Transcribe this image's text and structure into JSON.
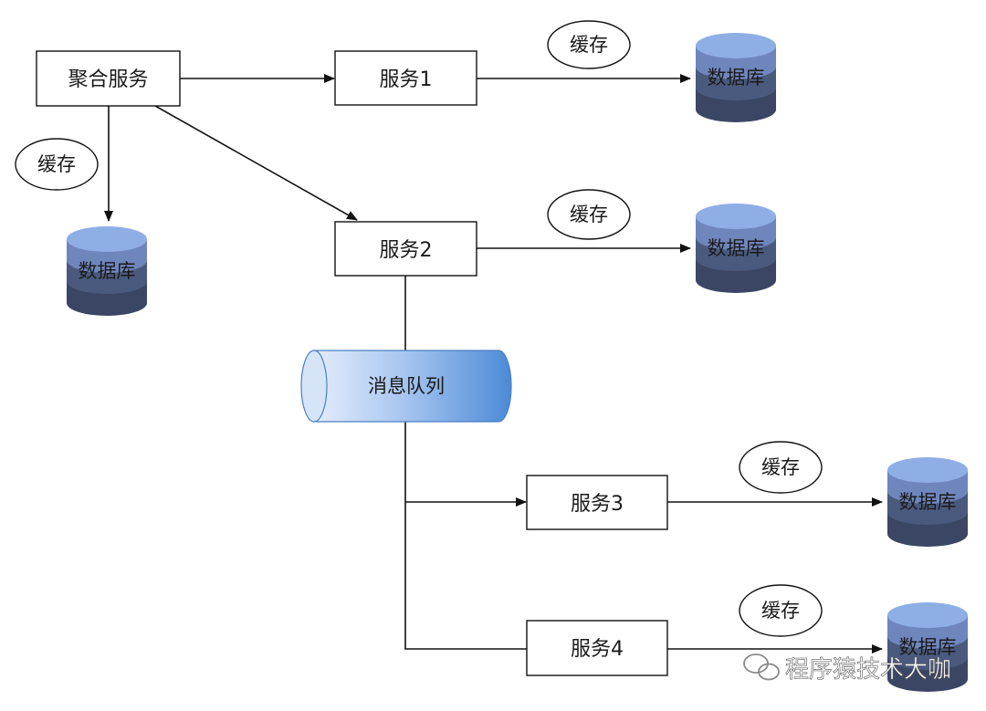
{
  "nodes": {
    "aggregate": "聚合服务",
    "service1": "服务1",
    "service2": "服务2",
    "service3": "服务3",
    "service4": "服务4",
    "message_queue": "消息队列",
    "cache_label": "缓存",
    "database_label": "数据库"
  },
  "watermark": "程序猿技术大咖",
  "colors": {
    "db_top": "#7b9bd6",
    "db_mid": "#4a5a7e",
    "db_bottom": "#3b4664",
    "queue_light": "#cfe0f7",
    "queue_dark": "#4f8fd8",
    "line": "#111111"
  }
}
